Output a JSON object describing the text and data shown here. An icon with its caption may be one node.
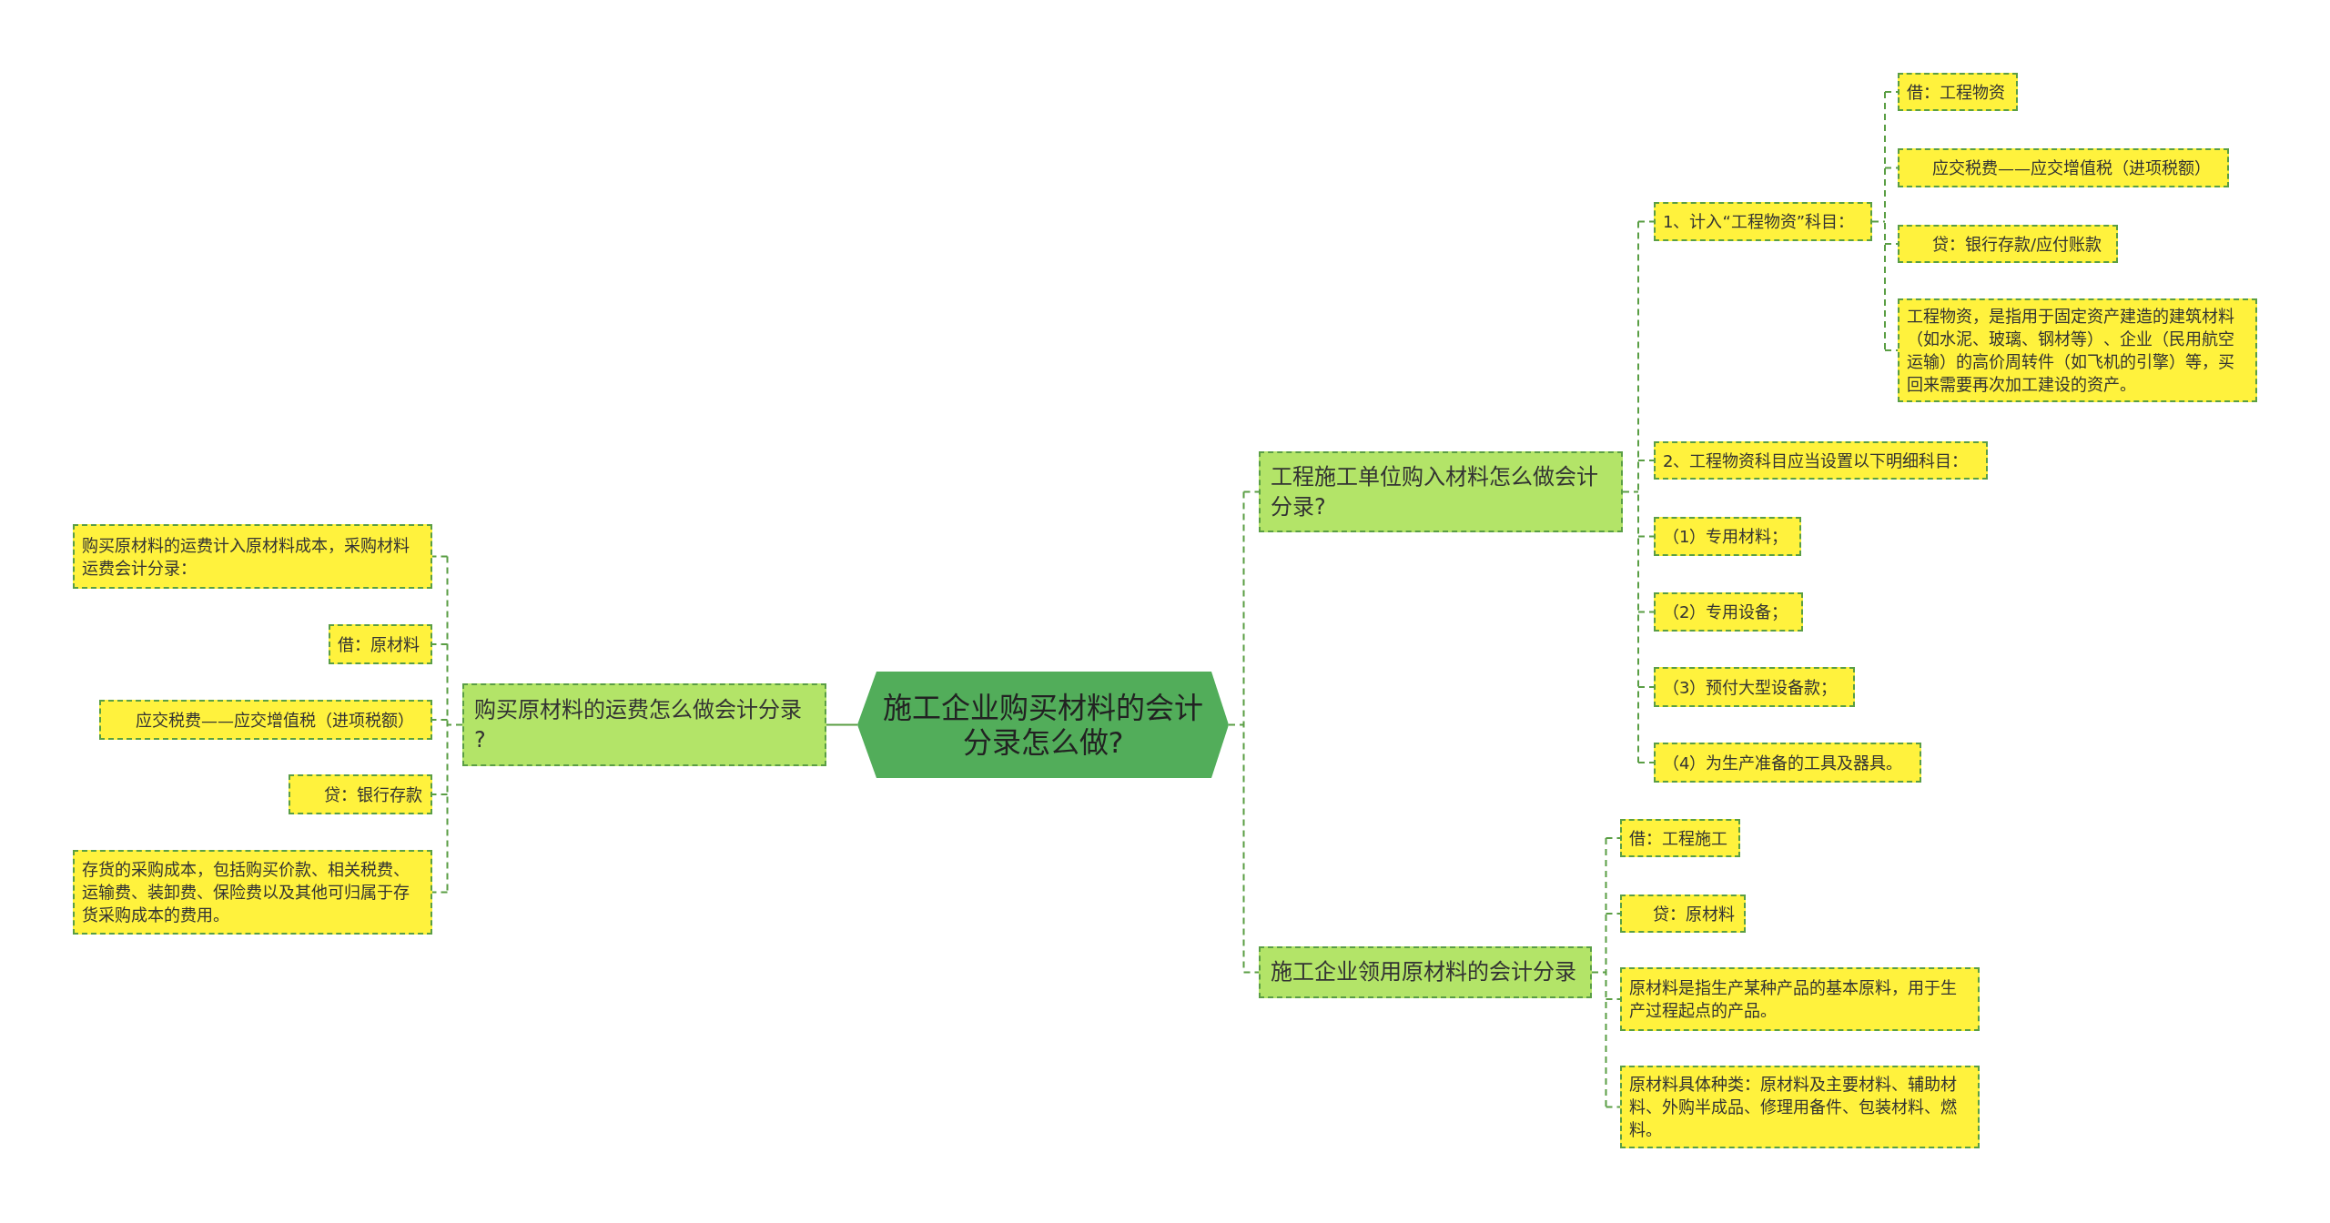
{
  "diagram": {
    "nodes": [
      {
        "text": [
          "施工企业购买材料的会计分录怎么做?"
        ]
      },
      {
        "text": [
          "购买原材料的运费怎么做会计分录?"
        ]
      },
      {
        "text": [
          "购买原材料的运费计入原材料成本，采购材料运费会计分录："
        ]
      },
      {
        "text": [
          "借：原材料"
        ]
      },
      {
        "text": [
          "应交税费——应交增值税（进项税额）"
        ]
      },
      {
        "text": [
          "贷：银行存款"
        ]
      },
      {
        "text": [
          "存货的采购成本，包括购买价款、相关税费、运输费、装卸费、保险费以及其他可归属于存货采购成本的费用。"
        ]
      },
      {
        "text": [
          "工程施工单位购入材料怎么做会计分录?"
        ]
      },
      {
        "text": [
          "1、计入“工程物资”科目："
        ]
      },
      {
        "text": [
          "借：工程物资"
        ]
      },
      {
        "text": [
          "应交税费——应交增值税（进项税额）"
        ]
      },
      {
        "text": [
          "贷：银行存款/应付账款"
        ]
      },
      {
        "text": [
          "工程物资，是指用于固定资产建造的建筑材料（如水泥、玻璃、钢材等）、企业（民用航空运输）的高价周转件（如飞机的引擎）等，买回来需要再次加工建设的资产。"
        ]
      },
      {
        "text": [
          "2、工程物资科目应当设置以下明细科目："
        ]
      },
      {
        "text": [
          "（1）专用材料；"
        ]
      },
      {
        "text": [
          "（2）专用设备；"
        ]
      },
      {
        "text": [
          "（3）预付大型设备款；"
        ]
      },
      {
        "text": [
          "（4）为生产准备的工具及器具。"
        ]
      },
      {
        "text": [
          "施工企业领用原材料的会计分录"
        ]
      },
      {
        "text": [
          "借：工程施工"
        ]
      },
      {
        "text": [
          "贷：原材料"
        ]
      },
      {
        "text": [
          "原材料是指生产某种产品的基本原料，用于生产过程起点的产品。"
        ]
      },
      {
        "text": [
          "原材料具体种类：原材料及主要材料、辅助材料、外购半成品、修理用备件、包装材料、燃料。"
        ]
      }
    ],
    "edges": [
      {
        "from": 0,
        "to": 1,
        "arrow": "none"
      },
      {
        "from": 1,
        "to": 2,
        "arrow": "none",
        "style": "dashed"
      },
      {
        "from": 1,
        "to": 3,
        "arrow": "none",
        "style": "dashed"
      },
      {
        "from": 1,
        "to": 4,
        "arrow": "none",
        "style": "dashed"
      },
      {
        "from": 1,
        "to": 5,
        "arrow": "none",
        "style": "dashed"
      },
      {
        "from": 1,
        "to": 6,
        "arrow": "none",
        "style": "dashed"
      },
      {
        "from": 0,
        "to": 7,
        "arrow": "none",
        "style": "dashed"
      },
      {
        "from": 7,
        "to": 8,
        "arrow": "none",
        "style": "dashed"
      },
      {
        "from": 8,
        "to": 9,
        "arrow": "none",
        "style": "dashed"
      },
      {
        "from": 8,
        "to": 10,
        "arrow": "none",
        "style": "dashed"
      },
      {
        "from": 8,
        "to": 11,
        "arrow": "none",
        "style": "dashed"
      },
      {
        "from": 8,
        "to": 12,
        "arrow": "none",
        "style": "dashed"
      },
      {
        "from": 7,
        "to": 13,
        "arrow": "none",
        "style": "dashed"
      },
      {
        "from": 7,
        "to": 14,
        "arrow": "none",
        "style": "dashed"
      },
      {
        "from": 7,
        "to": 15,
        "arrow": "none",
        "style": "dashed"
      },
      {
        "from": 7,
        "to": 16,
        "arrow": "none",
        "style": "dashed"
      },
      {
        "from": 7,
        "to": 17,
        "arrow": "none",
        "style": "dashed"
      },
      {
        "from": 0,
        "to": 18,
        "arrow": "none",
        "style": "dashed"
      },
      {
        "from": 18,
        "to": 19,
        "arrow": "none",
        "style": "dashed"
      },
      {
        "from": 18,
        "to": 20,
        "arrow": "none",
        "style": "dashed"
      },
      {
        "from": 18,
        "to": 21,
        "arrow": "none",
        "style": "dashed"
      },
      {
        "from": 18,
        "to": 22,
        "arrow": "none",
        "style": "dashed"
      }
    ]
  }
}
